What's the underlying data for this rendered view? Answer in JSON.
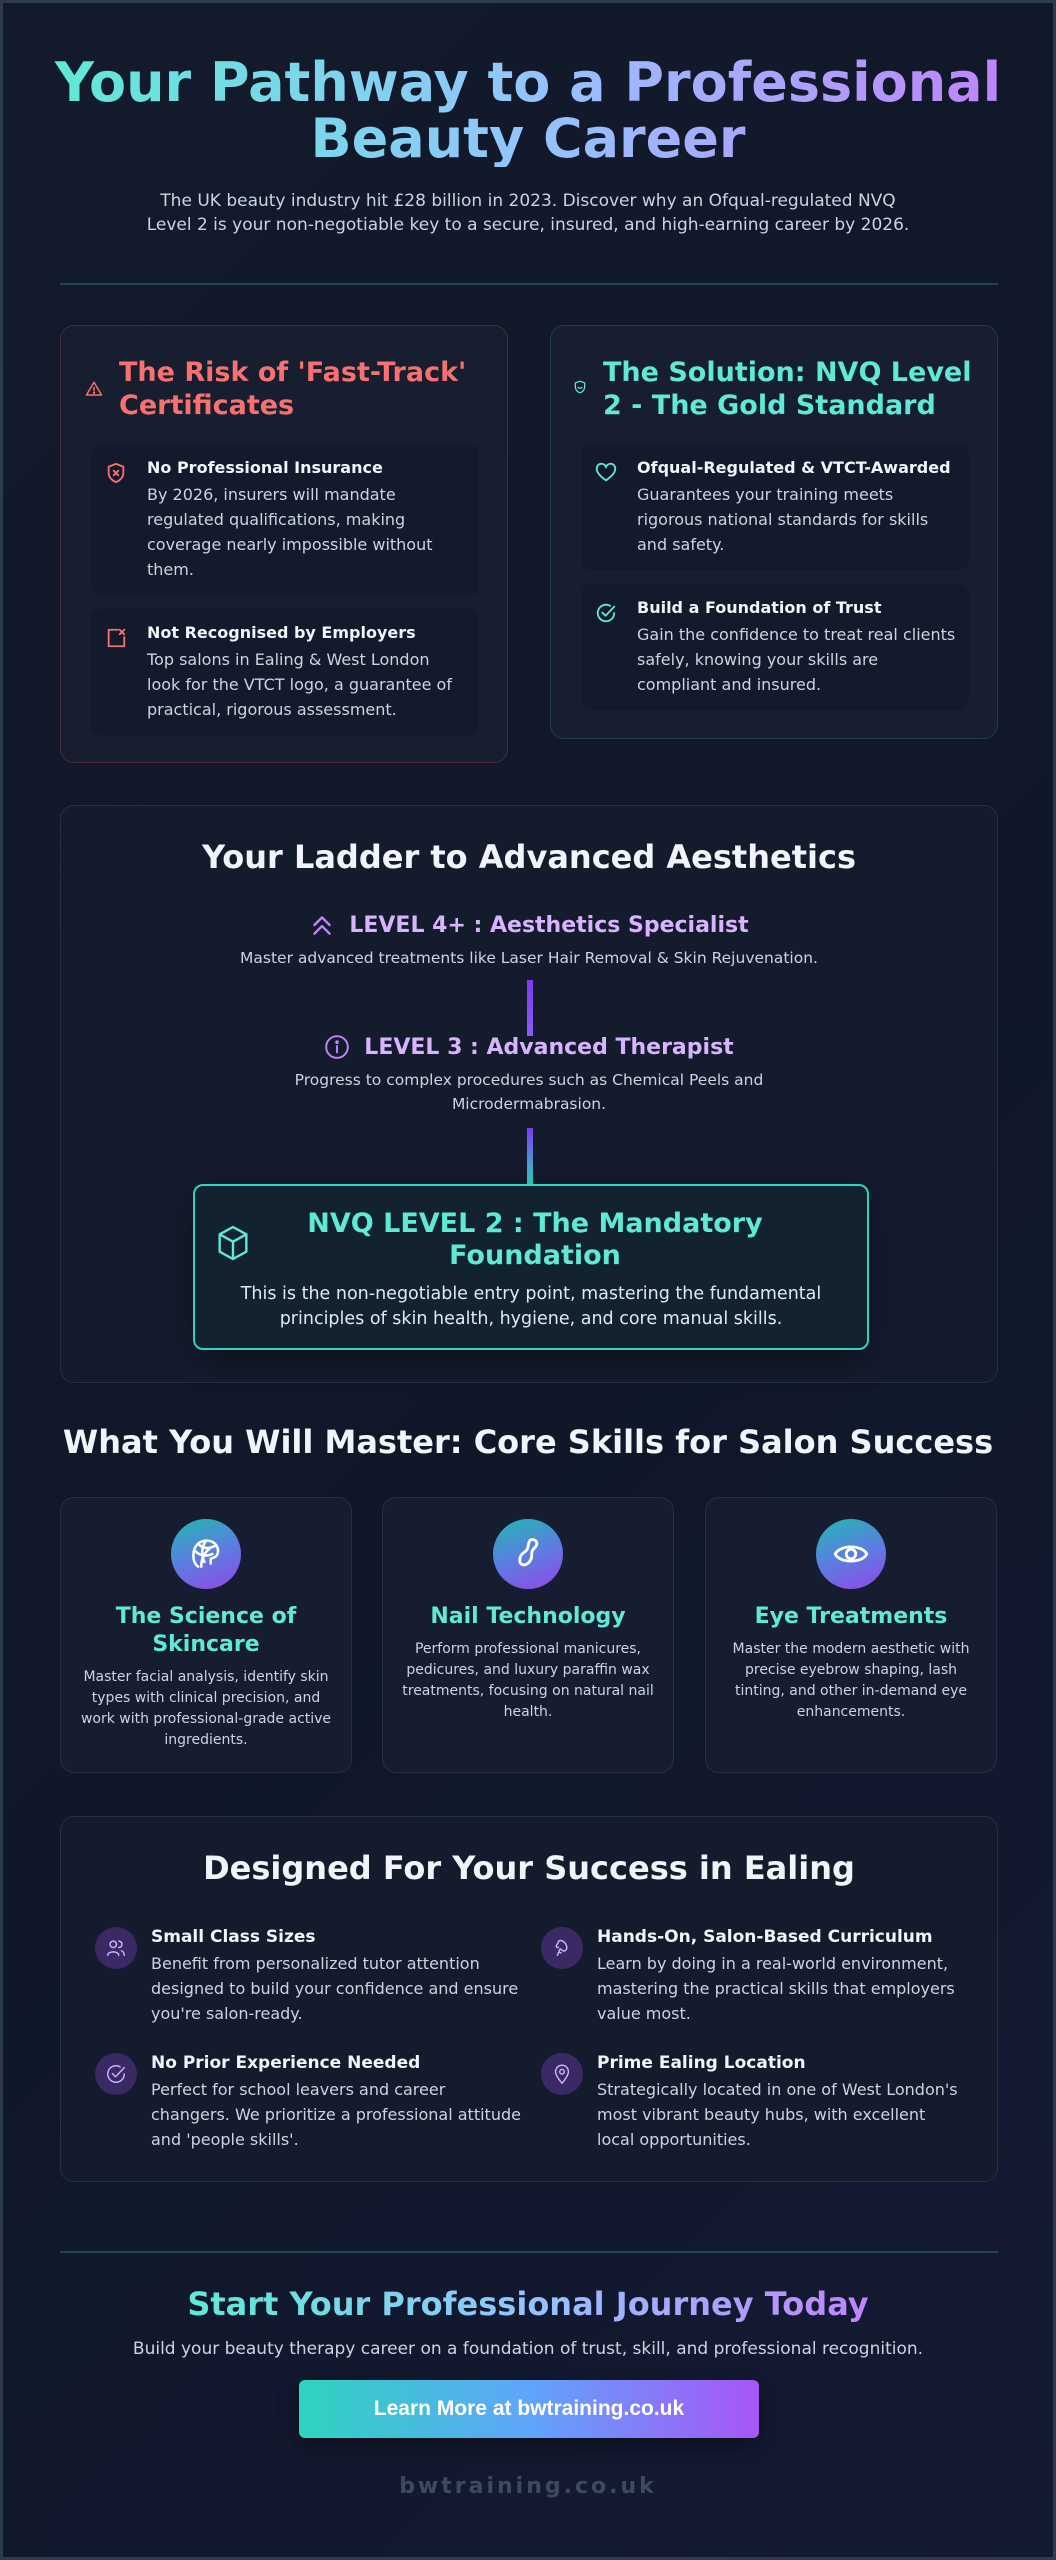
{
  "hero": {
    "title": "Your Pathway to a Professional Beauty Career",
    "subtitle": "The UK beauty industry hit £28 billion in 2023. Discover why an Ofqual-regulated NVQ Level 2 is your non-negotiable key to a secure, insured, and high-earning career by 2026."
  },
  "risk": {
    "icon": "warning-triangle-icon",
    "title": "The Risk of 'Fast-Track' Certificates",
    "items": [
      {
        "icon": "shield-x-icon",
        "title": "No Professional Insurance",
        "text": "By 2026, insurers will mandate regulated qualifications, making coverage nearly impossible without them."
      },
      {
        "icon": "square-x-icon",
        "title": "Not Recognised by Employers",
        "text": "Top salons in Ealing & West London look for the VTCT logo, a guarantee of practical, rigorous assessment."
      }
    ]
  },
  "solution": {
    "icon": "shield-check-icon",
    "title": "The Solution: NVQ Level 2 - The Gold Standard",
    "items": [
      {
        "icon": "heart-icon",
        "title": "Ofqual-Regulated & VTCT-Awarded",
        "text": "Guarantees your training meets rigorous national standards for skills and safety."
      },
      {
        "icon": "circle-check-icon",
        "title": "Build a Foundation of Trust",
        "text": "Gain the confidence to treat real clients safely, knowing your skills are compliant and insured."
      }
    ]
  },
  "ladder": {
    "title": "Your Ladder to Advanced Aesthetics",
    "levels": [
      {
        "icon": "double-chevron-up-icon",
        "title": "LEVEL 4+ : Aesthetics Specialist",
        "text": "Master advanced treatments like Laser Hair Removal & Skin Rejuvenation."
      },
      {
        "icon": "info-circle-icon",
        "title": "LEVEL 3 : Advanced Therapist",
        "text": "Progress to complex procedures such as Chemical Peels and Microdermabrasion."
      }
    ],
    "foundation": {
      "icon": "cube-icon",
      "title": "NVQ LEVEL 2 : The Mandatory Foundation",
      "text": "This is the non-negotiable entry point, mastering the fundamental principles of skin health, hygiene, and core manual skills."
    }
  },
  "skills": {
    "title": "What You Will Master: Core Skills for Salon Success",
    "cards": [
      {
        "icon": "skincare-face-icon",
        "title": "The Science of Skincare",
        "text": "Master facial analysis, identify skin types with clinical precision, and work with professional-grade active ingredients."
      },
      {
        "icon": "nail-icon",
        "title": "Nail Technology",
        "text": "Perform professional manicures, pedicures, and luxury paraffin wax treatments, focusing on natural nail health."
      },
      {
        "icon": "eye-icon",
        "title": "Eye Treatments",
        "text": "Master the modern aesthetic with precise eyebrow shaping, lash tinting, and other in-demand eye enhancements."
      }
    ]
  },
  "success": {
    "title": "Designed For Your Success in Ealing",
    "features": [
      {
        "icon": "users-icon",
        "title": "Small Class Sizes",
        "text": "Benefit from personalized tutor attention designed to build your confidence and ensure you're salon-ready."
      },
      {
        "icon": "hand-icon",
        "title": "Hands-On, Salon-Based Curriculum",
        "text": "Learn by doing in a real-world environment, mastering the practical skills that employers value most."
      },
      {
        "icon": "circle-check-icon",
        "title": "No Prior Experience Needed",
        "text": "Perfect for school leavers and career changers. We prioritize a professional attitude and 'people skills'."
      },
      {
        "icon": "map-pin-icon",
        "title": "Prime Ealing Location",
        "text": "Strategically located in one of West London's most vibrant beauty hubs, with excellent local opportunities."
      }
    ]
  },
  "cta": {
    "title": "Start Your Professional Journey Today",
    "subtitle": "Build your beauty therapy career on a foundation of trust, skill, and professional recognition.",
    "button_label": "Learn More at bwtraining.co.uk"
  },
  "footer": {
    "brand": "bwtraining.co.uk"
  },
  "colors": {
    "teal": "#5eead4",
    "purple": "#c084fc",
    "red": "#f87171",
    "background": "#0f1729"
  }
}
